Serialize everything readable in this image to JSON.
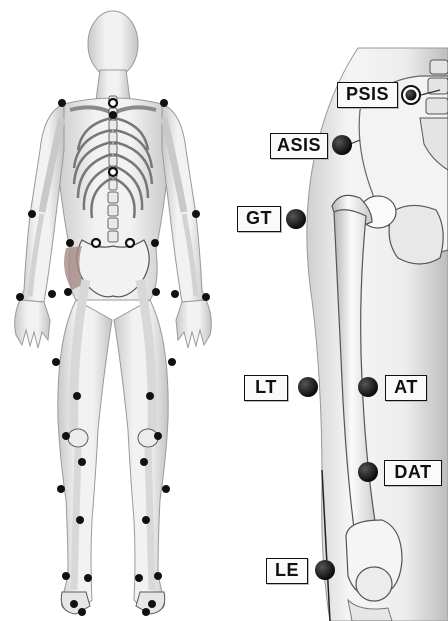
{
  "figure": {
    "left_panel": "full-body skeleton with surface markers (anterior view)",
    "right_panel": "enlarged pelvis and femur with labeled markers"
  },
  "labels": {
    "psis": "PSIS",
    "asis": "ASIS",
    "gt": "GT",
    "lt": "LT",
    "at": "AT",
    "dat": "DAT",
    "le": "LE"
  },
  "colors": {
    "marker": "#111111",
    "skin": "#e4e4e4",
    "bone": "#f4f4f4",
    "outline": "#8a8a8a"
  },
  "icons": {
    "marker": "black-dot-icon",
    "ring_marker": "ringed-dot-icon"
  }
}
